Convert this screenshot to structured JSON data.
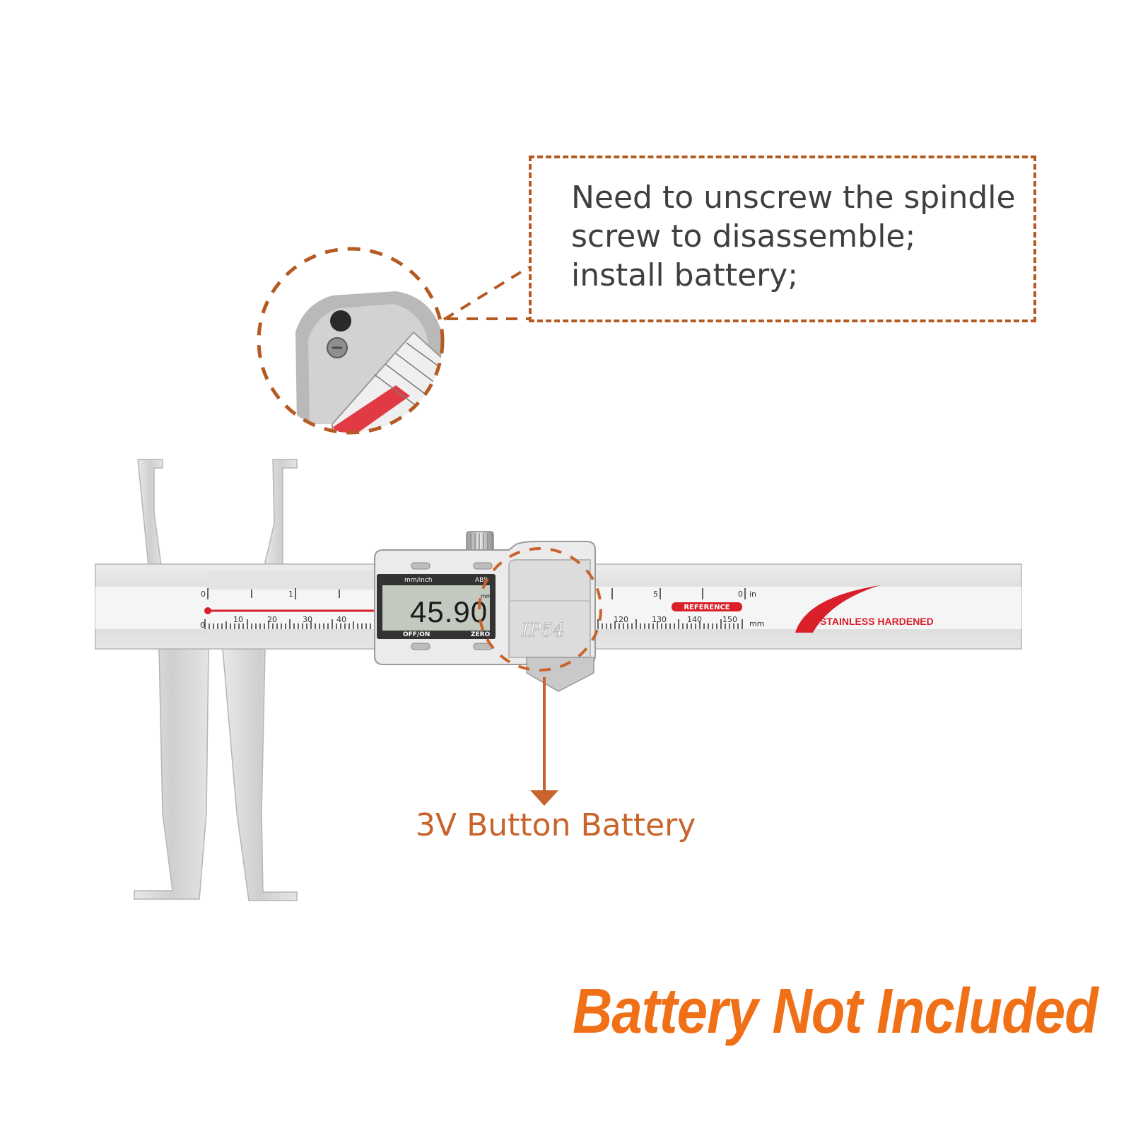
{
  "callout": {
    "lines": [
      "Need to unscrew the spindle",
      "screw to disassemble;",
      "install battery;"
    ]
  },
  "battery_label": "3V Button Battery",
  "footer_note": "Battery Not Included",
  "caliper": {
    "display": {
      "reading": "45.90",
      "unit_toggle": "mm/inch",
      "abs": "ABS",
      "unit": "mm",
      "off_on": "OFF/ON",
      "zero": "ZERO"
    },
    "ip_rating": "IP54",
    "reference_label": "REFERENCE",
    "material_label": "STAINLESS HARDENED",
    "inch_scale": [
      "0",
      "1",
      "5",
      "0"
    ],
    "inch_unit": "in",
    "mm_scale": [
      "0",
      "10",
      "20",
      "30",
      "40",
      "120",
      "130",
      "140",
      "150"
    ],
    "mm_unit": "mm"
  },
  "colors": {
    "dashed_accent": "#b55a22",
    "orange_text": "#c8642b",
    "footer_orange": "#f07018",
    "steel": "#d9d9d9",
    "red_stripe": "#d9202a"
  }
}
